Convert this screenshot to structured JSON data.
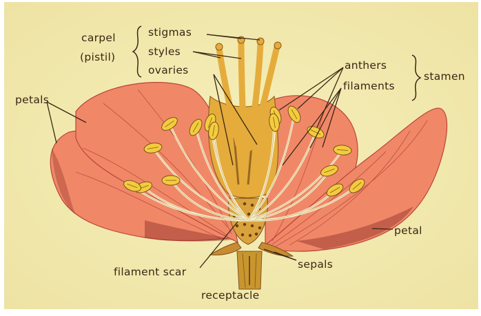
{
  "diagram": {
    "colors": {
      "background": "#f4edb4",
      "petal": "#f08868",
      "petal_shade": "#b8443a",
      "pistil": "#e5ac3c",
      "anther": "#f2cc3e",
      "filament": "#f8f2cc",
      "ink": "#3a2614"
    },
    "labels": {
      "carpel": "carpel",
      "pistil": "(pistil)",
      "stigmas": "stigmas",
      "styles": "styles",
      "ovaries": "ovaries",
      "anthers": "anthers",
      "filaments": "filaments",
      "stamen": "stamen",
      "petals": "petals",
      "petal": "petal",
      "filament_scar": "filament scar",
      "sepals": "sepals",
      "receptacle": "receptacle"
    }
  }
}
